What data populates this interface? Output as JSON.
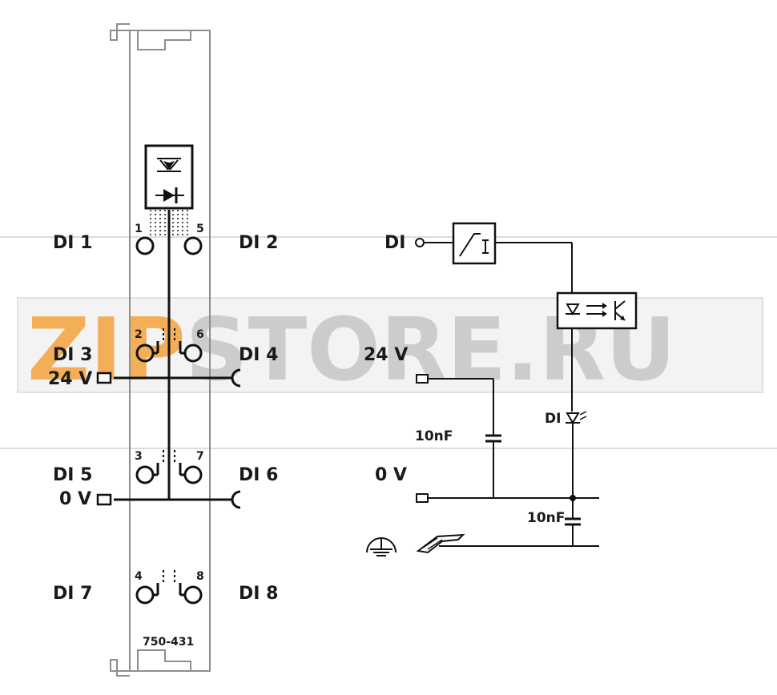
{
  "watermark": {
    "prefix": "ZIP",
    "suffix": "STORE.RU",
    "prefix_color": "#f3a03a",
    "suffix_color": "#c8c8c8"
  },
  "module": {
    "part_number": "750-431",
    "pins": [
      "1",
      "5",
      "2",
      "6",
      "3",
      "7",
      "4",
      "8"
    ]
  },
  "left_labels": {
    "di1": "DI 1",
    "di2": "DI 2",
    "di3": "DI 3",
    "di4": "DI 4",
    "di5": "DI 5",
    "di6": "DI 6",
    "di7": "DI 7",
    "di8": "DI 8",
    "v24": "24 V",
    "v0": "0 V"
  },
  "schematic": {
    "di": "DI",
    "v24": "24 V",
    "v0": "0 V",
    "cap1": "10nF",
    "cap2": "10nF",
    "led": "DI"
  }
}
